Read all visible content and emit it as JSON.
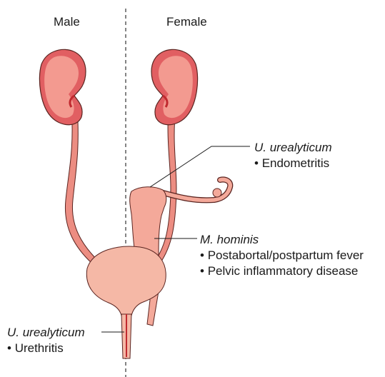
{
  "headers": {
    "male": "Male",
    "female": "Female"
  },
  "annotations": {
    "endometritis": {
      "organism": "U. urealyticum",
      "bullet": "•",
      "condition": "Endometritis"
    },
    "hominis": {
      "organism": "M. hominis",
      "bullet": "•",
      "conditions": [
        "Postabortal/postpartum fever",
        "Pelvic inflammatory disease"
      ]
    },
    "urethritis": {
      "organism": "U. urealyticum",
      "bullet": "•",
      "condition": "Urethritis"
    }
  },
  "colors": {
    "kidney_outer": "#e15f62",
    "kidney_inner": "#f39a90",
    "kidney_dark": "#c0292f",
    "ureter": "#ec8d82",
    "bladder": "#f5b8a6",
    "uterus": "#f4a99a",
    "outline": "#5a2420"
  }
}
